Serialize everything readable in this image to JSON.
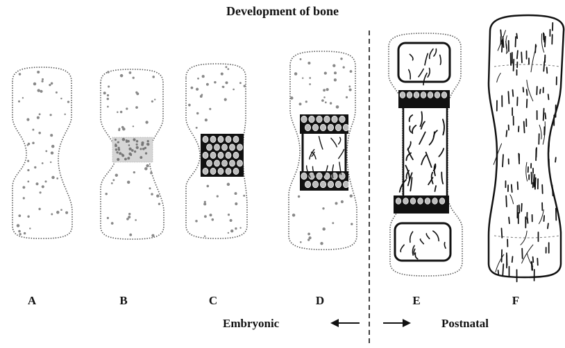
{
  "title": "Development of bone",
  "stages": [
    "A",
    "B",
    "C",
    "D",
    "E",
    "F"
  ],
  "phases": {
    "left": "Embryonic",
    "right": "Postnatal"
  },
  "divider_style": "dashed"
}
